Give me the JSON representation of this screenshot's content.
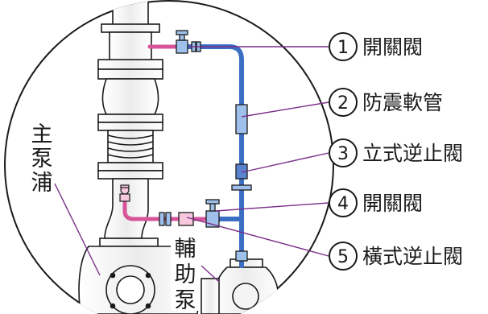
{
  "components": [
    {
      "number": "1",
      "label": "開關閥"
    },
    {
      "number": "2",
      "label": "防震軟管"
    },
    {
      "number": "3",
      "label": "立式逆止閥"
    },
    {
      "number": "4",
      "label": "開關閥"
    },
    {
      "number": "5",
      "label": "橫式逆止閥"
    }
  ],
  "main_pump_label": [
    "主",
    "泵",
    "浦"
  ],
  "aux_pump_label": [
    "輔",
    "助",
    "泵"
  ],
  "colors": {
    "pipe_blue": "#3b6fc4",
    "pipe_pink": "#d7549a",
    "callout_line": "#7a2f8a",
    "outline": "#1a1a1a",
    "circle_fill": "#fbeff3"
  }
}
